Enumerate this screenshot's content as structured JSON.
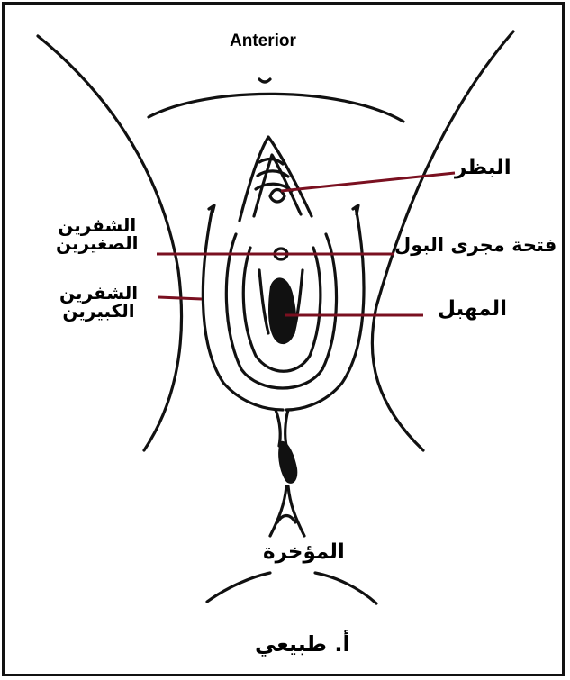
{
  "figure": {
    "anterior": "Anterior",
    "labels": {
      "clitoris": "البظر",
      "urethral_opening": "فتحة مجرى البول",
      "vagina": "المهبل",
      "labia_minora_line1": "الشفرين",
      "labia_minora_line2": "الصغيرين",
      "labia_majora_line1": "الشفرين",
      "labia_majora_line2": "الكبيرين",
      "posterior": "المؤخرة"
    },
    "caption": "أ. طبيعي"
  },
  "colors": {
    "outline": "#111111",
    "leader_line": "#7a1020",
    "background": "#ffffff"
  }
}
